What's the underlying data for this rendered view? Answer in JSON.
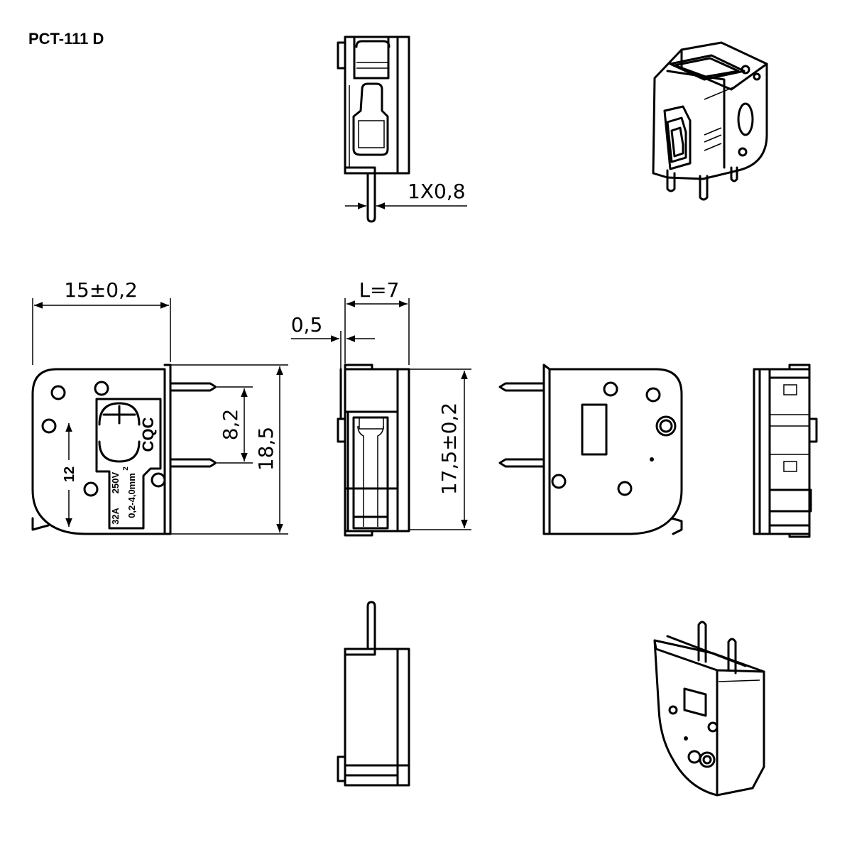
{
  "title": "PCT-111 D",
  "dimensions": {
    "pin_size": "1X0,8",
    "width": "15±0,2",
    "length": "L=7",
    "offset": "0,5",
    "pin_pitch": "8,2",
    "total_height": "18,5",
    "body_height": "17,5±0,2"
  },
  "markings": {
    "strip_length": "12",
    "rating_current": "32A",
    "rating_voltage": "250V",
    "cross_section": "0,2-4,0mm",
    "cross_section_exp": "2",
    "cert": "CQC"
  }
}
